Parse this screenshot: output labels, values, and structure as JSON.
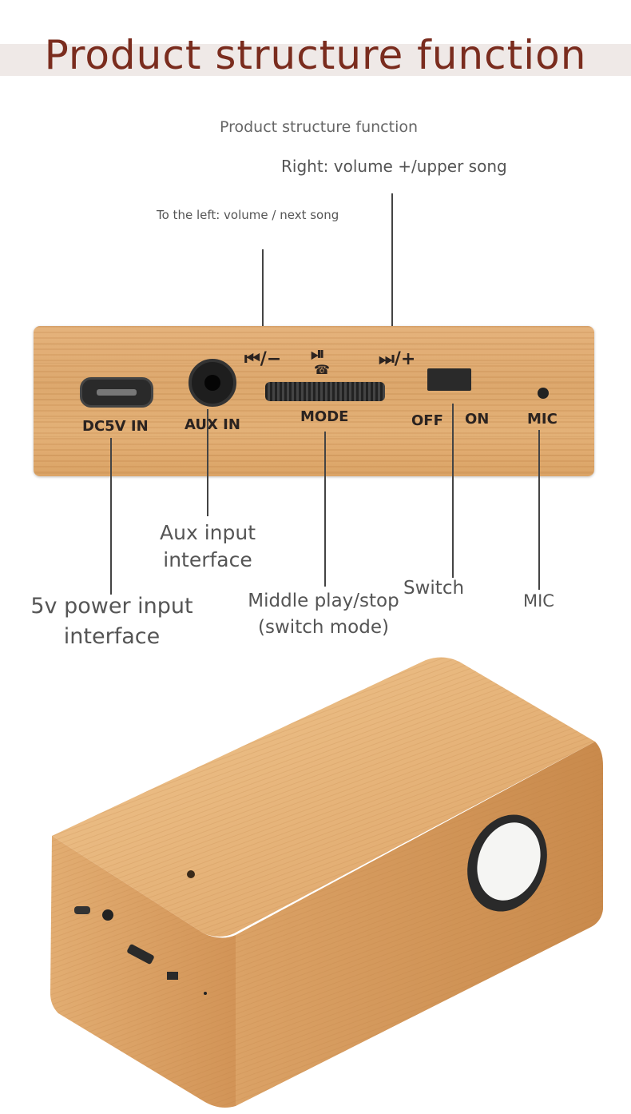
{
  "title": "Product structure function",
  "subtitle": "Product structure function",
  "callouts": {
    "right_key": "Right: volume +/upper song",
    "left_key": "To the left: volume / next song",
    "aux": "Aux input interface",
    "power": "5v power input interface",
    "middle": "Middle play/stop (switch mode)",
    "switch": "Switch",
    "mic": "MIC"
  },
  "panel_labels": {
    "dc": "DC5V IN",
    "aux": "AUX IN",
    "mode": "MODE",
    "off": "OFF",
    "on": "ON",
    "mic": "MIC",
    "prev_symbol": "⏮/−",
    "play_symbol": "⏯",
    "next_symbol": "⏭/+",
    "phone_symbol": "☎"
  },
  "colors": {
    "title": "#7a2c1e",
    "banner": "#efe9e7",
    "bamboo": "#dba56a"
  }
}
